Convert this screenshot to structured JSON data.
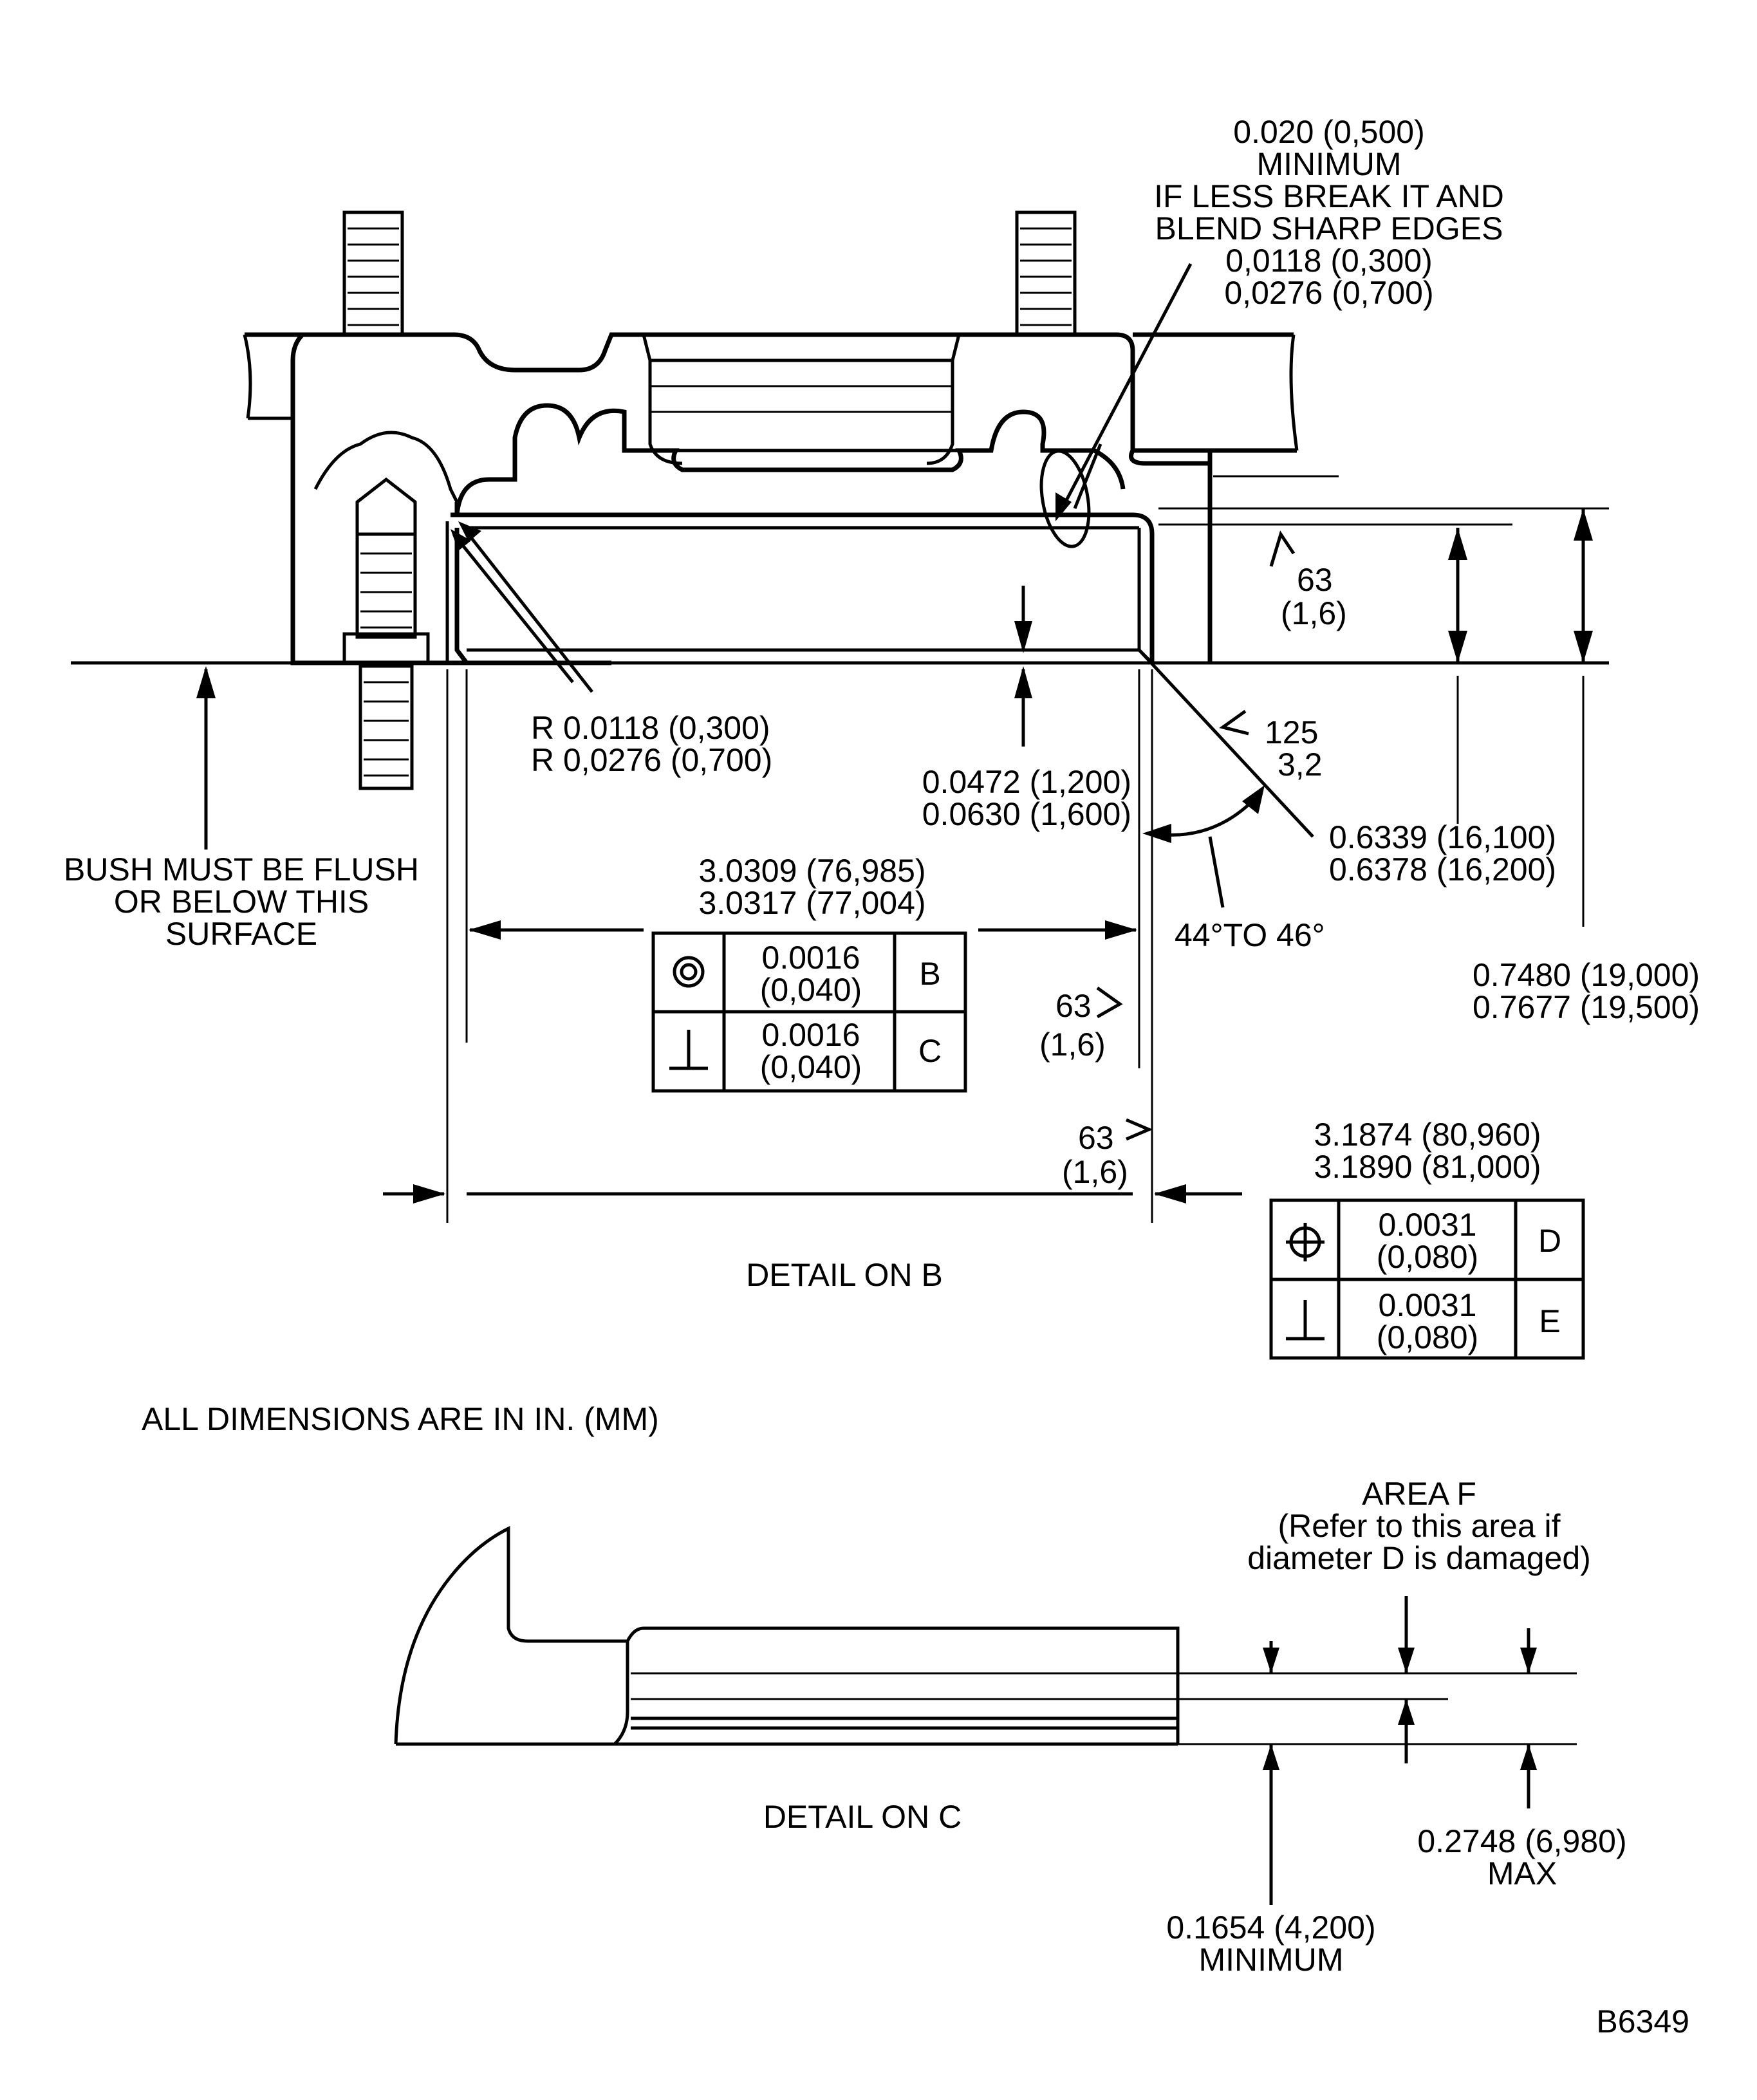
{
  "detail_b": {
    "caption": "DETAIL ON B",
    "note_edge": [
      "0.020 (0,500)",
      "MINIMUM",
      "IF LESS BREAK IT AND",
      "BLEND SHARP EDGES",
      "0,0118 (0,300)",
      "0,0276 (0,700)"
    ],
    "surface_63_top": [
      "63",
      "(1,6)"
    ],
    "radius": [
      "R 0.0118 (0,300)",
      "R 0,0276 (0,700)"
    ],
    "roughness_125": [
      "125",
      "3,2"
    ],
    "chamfer_depth": [
      "0.0472 (1,200)",
      "0.0630 (1,600)"
    ],
    "bush_height": [
      "0.6339 (16,100)",
      "0.6378 (16,200)"
    ],
    "flush_note": [
      "BUSH MUST BE FLUSH",
      "OR BELOW THIS",
      "SURFACE"
    ],
    "inner_diameter": [
      "3.0309 (76,985)",
      "3.0317 (77,004)"
    ],
    "angle": "44°TO 46°",
    "overall_height": [
      "0.7480 (19,000)",
      "0.7677 (19,500)"
    ],
    "surface_63_mid": [
      "63",
      "(1,6)"
    ],
    "surface_63_low": [
      "63",
      "(1,6)"
    ],
    "outer_diameter": [
      "3.1874 (80,960)",
      "3.1890 (81,000)"
    ],
    "fcf_inner": [
      {
        "symbol": "concentricity-icon",
        "tol": [
          "0.0016",
          "(0,040)"
        ],
        "datum": "B"
      },
      {
        "symbol": "perpendicularity-icon",
        "tol": [
          "0.0016",
          "(0,040)"
        ],
        "datum": "C"
      }
    ],
    "fcf_outer": [
      {
        "symbol": "position-icon",
        "tol": [
          "0.0031",
          "(0,080)"
        ],
        "datum": "D"
      },
      {
        "symbol": "perpendicularity-icon",
        "tol": [
          "0.0031",
          "(0,080)"
        ],
        "datum": "E"
      }
    ]
  },
  "units_note": "ALL DIMENSIONS ARE IN IN. (MM)",
  "detail_c": {
    "caption": "DETAIL ON C",
    "area_f": [
      "AREA F",
      "(Refer to this area if",
      "diameter D is damaged)"
    ],
    "wall_min": [
      "0.1654 (4,200)",
      "MINIMUM"
    ],
    "wall_max": [
      "0.2748 (6,980)",
      "MAX"
    ]
  },
  "figure_id": "B6349"
}
